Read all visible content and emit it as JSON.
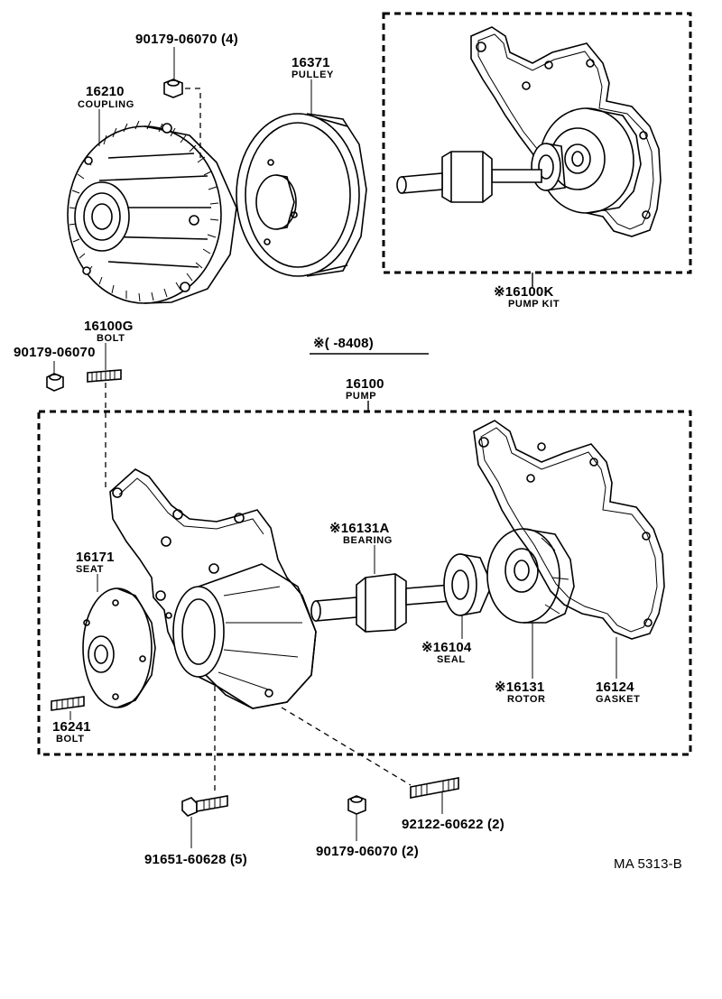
{
  "diagram": {
    "reference": "MA  5313-B",
    "version_note": "※(        -8408)",
    "parts": {
      "coupling": {
        "number": "16210",
        "name": "COUPLING"
      },
      "coupling_nut": {
        "number": "90179-06070 (4)"
      },
      "pulley": {
        "number": "16371",
        "name": "PULLEY"
      },
      "pump_kit": {
        "number": "※16100K",
        "name": "PUMP KIT"
      },
      "stud_bolt": {
        "number": "16100G",
        "name": "BOLT"
      },
      "stud_nut": {
        "number": "90179-06070"
      },
      "pump": {
        "number": "16100",
        "name": "PUMP"
      },
      "seat": {
        "number": "16171",
        "name": "SEAT"
      },
      "seat_bolt": {
        "number": "16241",
        "name": "BOLT"
      },
      "bearing": {
        "number": "※16131A",
        "name": "BEARING"
      },
      "seal": {
        "number": "※16104",
        "name": "SEAL"
      },
      "rotor": {
        "number": "※16131",
        "name": "ROTOR"
      },
      "gasket": {
        "number": "16124",
        "name": "GASKET"
      },
      "flange_bolt": {
        "number": "91651-60628 (5)"
      },
      "lower_nut": {
        "number": "90179-06070 (2)"
      },
      "lower_stud": {
        "number": "92122-60622 (2)"
      }
    }
  }
}
